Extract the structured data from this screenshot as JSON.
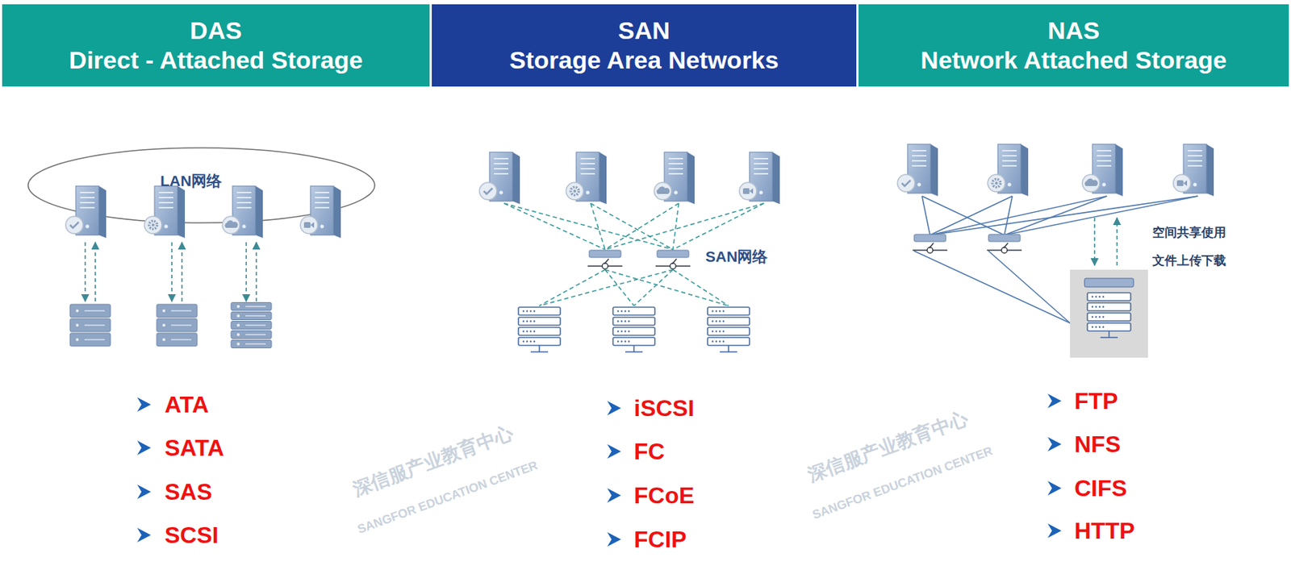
{
  "diagram": {
    "nodes": [
      {
        "text": [
          "DAS",
          "Direct - Attached Storage"
        ]
      },
      {
        "text": [
          "SAN",
          "Storage Area Networks"
        ]
      },
      {
        "text": [
          "NAS",
          "Network Attached Storage"
        ]
      }
    ],
    "labels": [
      "LAN网络",
      "SAN网络",
      "空间共享使用",
      "文件上传下载",
      "ATA",
      "SATA",
      "SAS",
      "SCSI",
      "iSCSI",
      "FC",
      "FCoE",
      "FCIP",
      "FTP",
      "NFS",
      "CIFS",
      "HTTP",
      "深信服产业教育中心",
      "SANGFOR EDUCATION CENTER",
      "深信服产业教育中心",
      "SANGFOR EDUCATION CENTER"
    ]
  }
}
